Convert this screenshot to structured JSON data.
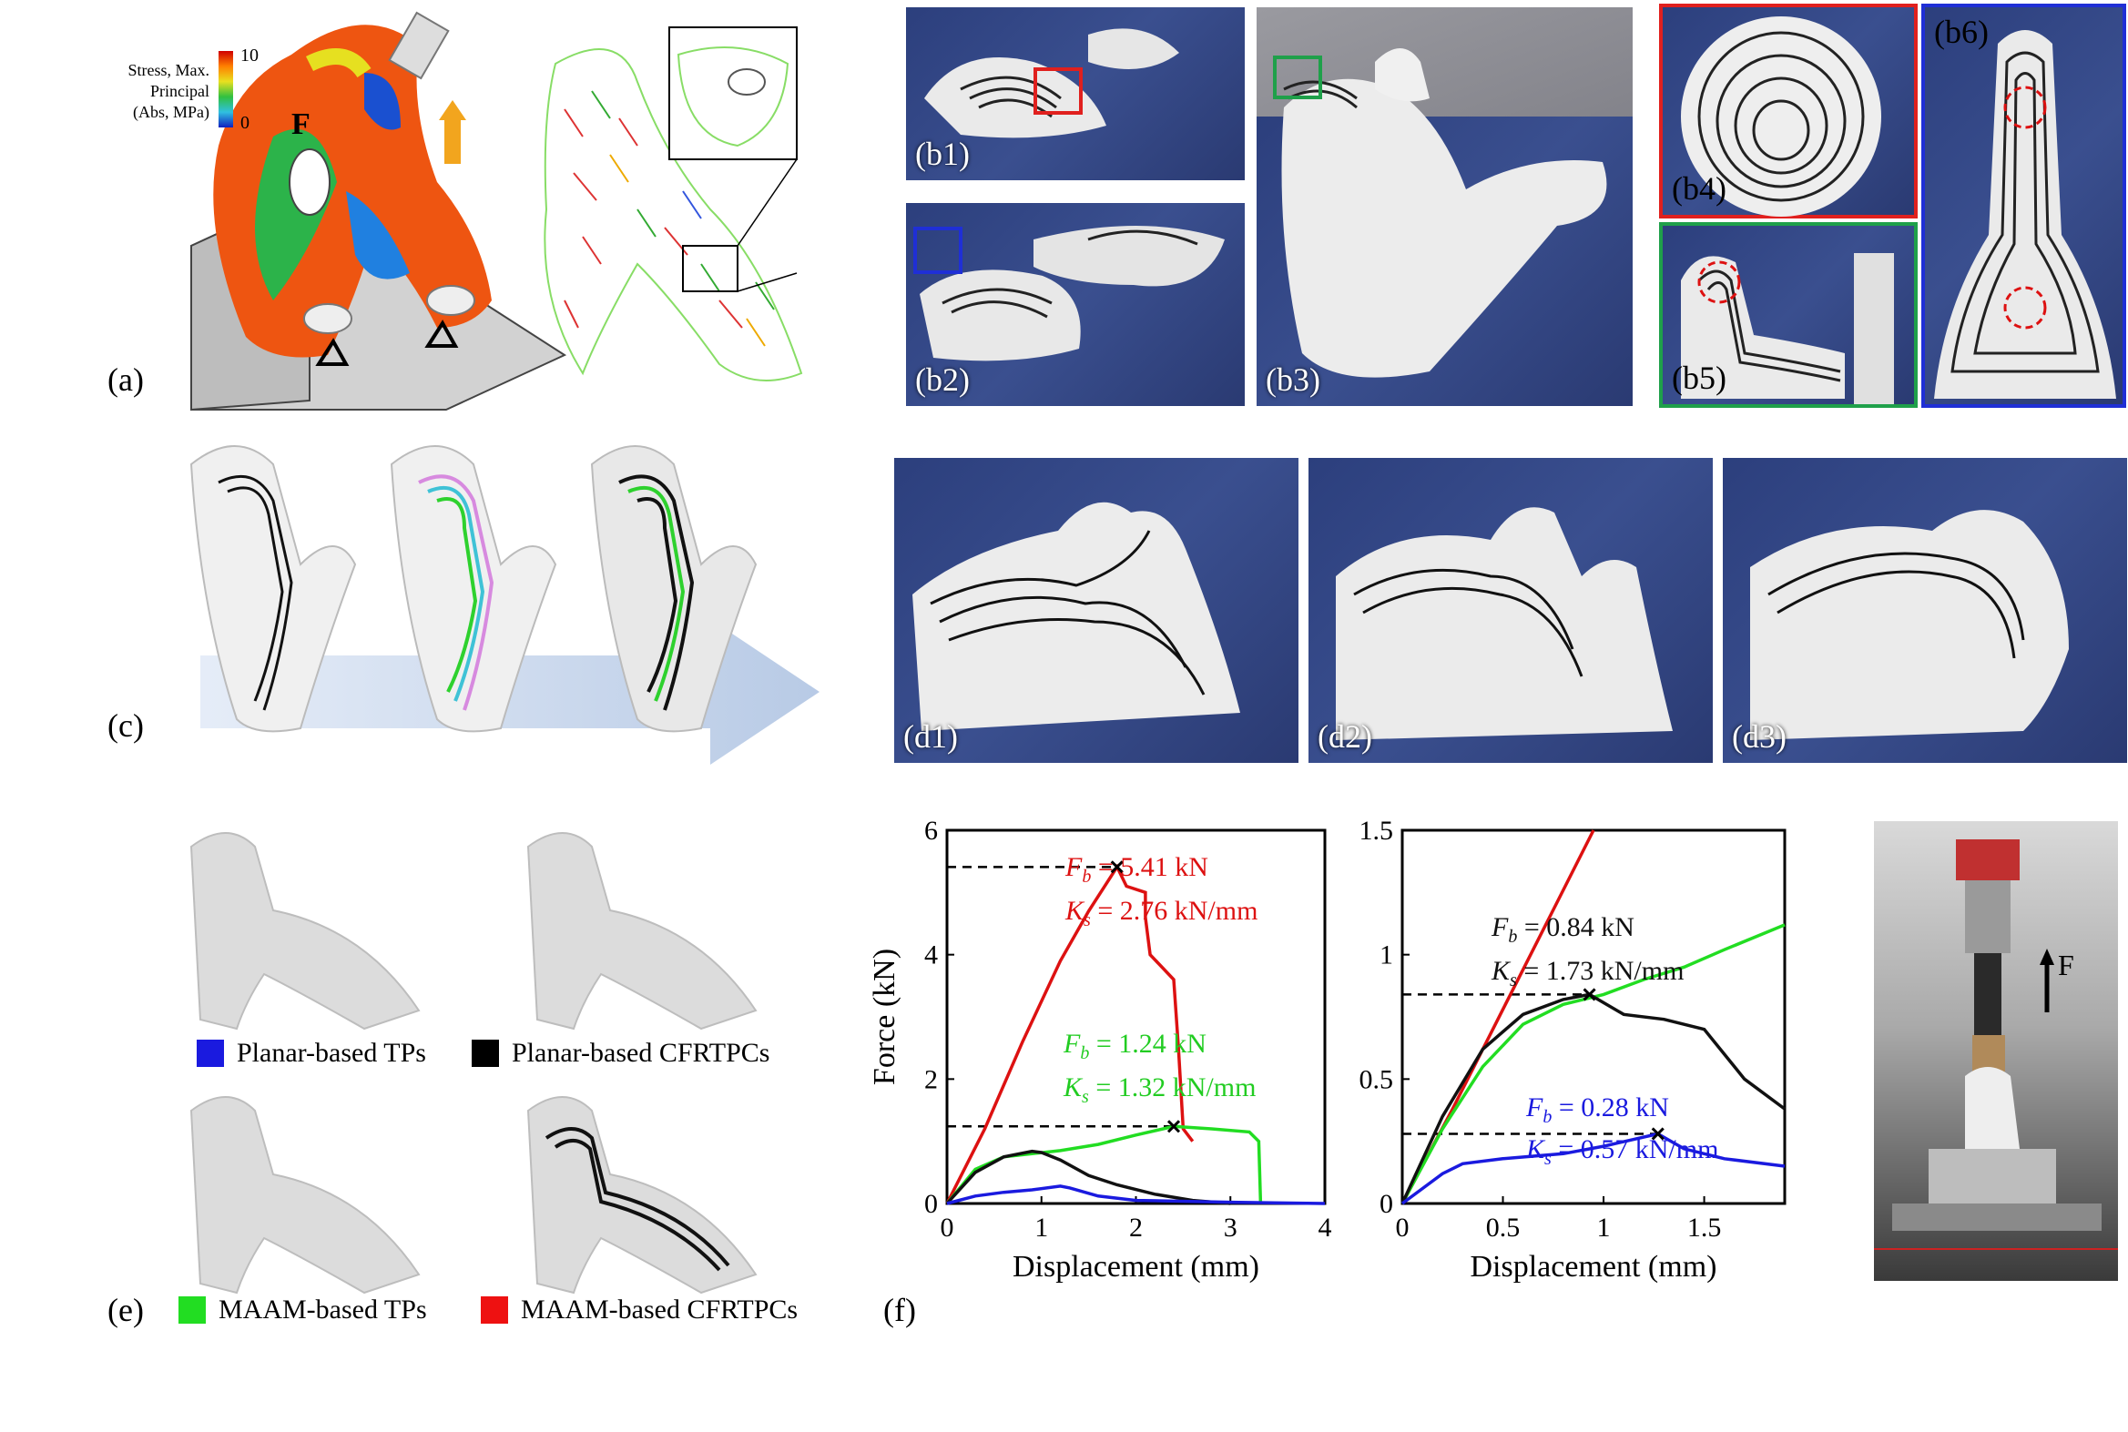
{
  "panel_a": {
    "label": "(a)",
    "colorbar_title": [
      "Stress, Max.",
      "Principal",
      "(Abs, MPa)"
    ],
    "colorbar_max": "10",
    "colorbar_min": "0",
    "force_label": "F"
  },
  "panel_b": {
    "labels": [
      "(b1)",
      "(b2)",
      "(b3)",
      "(b4)",
      "(b5)",
      "(b6)"
    ],
    "box_colors": {
      "b1": "#e0201e",
      "b2": "#1f2fd6",
      "b3": "#1fa04a"
    }
  },
  "panel_c": {
    "label": "(c)"
  },
  "panel_d": {
    "labels": [
      "(d1)",
      "(d2)",
      "(d3)"
    ]
  },
  "panel_e": {
    "label": "(e)",
    "legend": [
      {
        "text": "Planar-based TPs",
        "color": "#1a1adf"
      },
      {
        "text": "Planar-based CFRTPCs",
        "color": "#000000"
      },
      {
        "text": "MAAM-based TPs",
        "color": "#22dd22"
      },
      {
        "text": "MAAM-based CFRTPCs",
        "color": "#ee1111"
      }
    ]
  },
  "panel_f": {
    "label": "(f)",
    "force_label": "F"
  },
  "chart_data": [
    {
      "type": "line",
      "xlabel": "Displacement (mm)",
      "ylabel": "Force (kN)",
      "xlim": [
        0,
        4
      ],
      "ylim": [
        0,
        6
      ],
      "xticks": [
        "0",
        "1",
        "2",
        "3",
        "4"
      ],
      "yticks": [
        "0",
        "2",
        "4",
        "6"
      ],
      "series": [
        {
          "color": "#dd1111",
          "x": [
            0,
            0.4,
            0.8,
            1.2,
            1.5,
            1.8,
            1.9,
            2.1,
            2.1,
            2.15,
            2.4,
            2.45,
            2.5,
            2.6
          ],
          "y": [
            0,
            1.2,
            2.6,
            3.9,
            4.7,
            5.41,
            5.1,
            5.0,
            4.6,
            4.0,
            3.6,
            2.5,
            1.2,
            1.0
          ]
        },
        {
          "color": "#22dd22",
          "x": [
            0,
            0.3,
            0.6,
            0.9,
            1.2,
            1.6,
            2.0,
            2.4,
            2.8,
            3.2,
            3.3,
            3.32
          ],
          "y": [
            0,
            0.55,
            0.75,
            0.8,
            0.85,
            0.95,
            1.1,
            1.24,
            1.2,
            1.15,
            1.0,
            0
          ]
        },
        {
          "color": "#111111",
          "x": [
            0,
            0.3,
            0.6,
            0.9,
            1.0,
            1.2,
            1.5,
            1.8,
            2.2,
            2.6,
            3.0
          ],
          "y": [
            0,
            0.5,
            0.75,
            0.84,
            0.82,
            0.7,
            0.45,
            0.3,
            0.15,
            0.05,
            0.0
          ]
        },
        {
          "color": "#1a1adf",
          "x": [
            0,
            0.3,
            0.6,
            0.9,
            1.2,
            1.3,
            1.6,
            2.0,
            3.0,
            4.0
          ],
          "y": [
            0,
            0.12,
            0.18,
            0.22,
            0.28,
            0.25,
            0.12,
            0.05,
            0.02,
            0.0
          ]
        }
      ],
      "annotations": [
        {
          "text": "F_b = 5.41 kN",
          "sub": "b",
          "value": "5.41 kN",
          "color": "#dd1111"
        },
        {
          "text": "K_s = 2.76 kN/mm",
          "sub": "s",
          "value": "2.76 kN/mm",
          "color": "#dd1111"
        },
        {
          "text": "F_b = 1.24 kN",
          "sub": "b",
          "value": "1.24 kN",
          "color": "#22cc22"
        },
        {
          "text": "K_s = 1.32 kN/mm",
          "sub": "s",
          "value": "1.32 kN/mm",
          "color": "#22cc22"
        }
      ]
    },
    {
      "type": "line",
      "xlabel": "Displacement (mm)",
      "ylabel": "",
      "xlim": [
        0,
        1.9
      ],
      "ylim": [
        0,
        1.5
      ],
      "xticks": [
        "0",
        "0.5",
        "1",
        "1.5"
      ],
      "yticks": [
        "0",
        "0.5",
        "1",
        "1.5"
      ],
      "series": [
        {
          "color": "#dd1111",
          "x": [
            0,
            0.25,
            0.5,
            0.75,
            0.95
          ],
          "y": [
            0,
            0.38,
            0.78,
            1.18,
            1.5
          ]
        },
        {
          "color": "#22dd22",
          "x": [
            0,
            0.2,
            0.4,
            0.6,
            0.8,
            1.0,
            1.2,
            1.4,
            1.6,
            1.9
          ],
          "y": [
            0,
            0.3,
            0.55,
            0.72,
            0.8,
            0.84,
            0.9,
            0.95,
            1.02,
            1.12
          ]
        },
        {
          "color": "#111111",
          "x": [
            0,
            0.2,
            0.4,
            0.6,
            0.8,
            0.93,
            1.1,
            1.3,
            1.5,
            1.7,
            1.9
          ],
          "y": [
            0,
            0.35,
            0.62,
            0.76,
            0.82,
            0.84,
            0.76,
            0.74,
            0.7,
            0.5,
            0.38
          ]
        },
        {
          "color": "#1a1adf",
          "x": [
            0,
            0.1,
            0.2,
            0.3,
            0.5,
            0.8,
            1.0,
            1.27,
            1.4,
            1.6,
            1.9
          ],
          "y": [
            0,
            0.06,
            0.12,
            0.16,
            0.18,
            0.2,
            0.23,
            0.28,
            0.22,
            0.18,
            0.15
          ]
        }
      ],
      "annotations": [
        {
          "text": "F_b = 0.84 kN",
          "sub": "b",
          "value": "0.84 kN",
          "color": "#111111"
        },
        {
          "text": "K_s = 1.73 kN/mm",
          "sub": "s",
          "value": "1.73 kN/mm",
          "color": "#111111"
        },
        {
          "text": "F_b = 0.28 kN",
          "sub": "b",
          "value": "0.28 kN",
          "color": "#1a1adf"
        },
        {
          "text": "K_s = 0.57 kN/mm",
          "sub": "s",
          "value": "0.57 kN/mm",
          "color": "#1a1adf"
        }
      ]
    }
  ]
}
